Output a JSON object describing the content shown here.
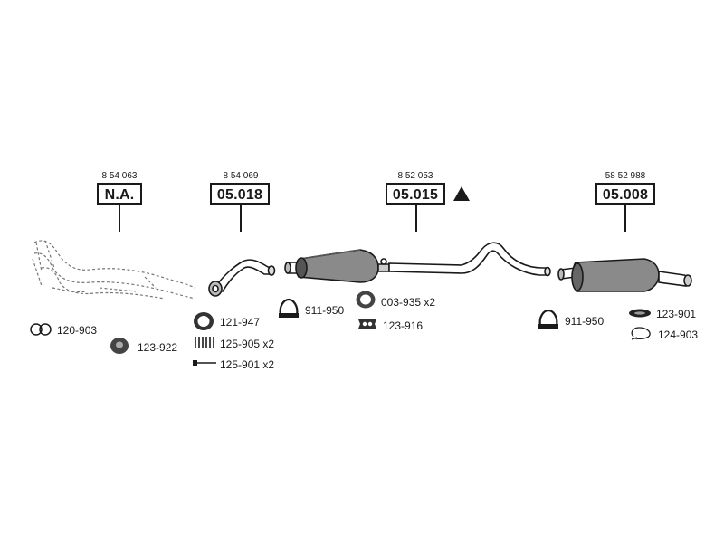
{
  "assemblies": [
    {
      "ref": "8 54 063",
      "code": "N.A."
    },
    {
      "ref": "8 54 069",
      "code": "05.018"
    },
    {
      "ref": "8 52 053",
      "code": "05.015"
    },
    {
      "ref": "58 52 988",
      "code": "05.008"
    }
  ],
  "parts": [
    {
      "icon": "twin-ring-gasket-icon",
      "number": "120-903"
    },
    {
      "icon": "rubber-mount-icon",
      "number": "123-922"
    },
    {
      "icon": "sealing-ring-icon",
      "number": "121-947"
    },
    {
      "icon": "spring-icon",
      "number": "125-905 x2"
    },
    {
      "icon": "bolt-icon",
      "number": "125-901 x2"
    },
    {
      "icon": "clamp-icon",
      "number": "911-950"
    },
    {
      "icon": "ring-gasket-icon",
      "number": "003-935 x2"
    },
    {
      "icon": "rubber-hanger-icon",
      "number": "123-916"
    },
    {
      "icon": "clamp-icon",
      "number": "911-950"
    },
    {
      "icon": "rubber-strap-icon",
      "number": "123-901"
    },
    {
      "icon": "hanger-loop-icon",
      "number": "124-903"
    }
  ],
  "warning_icon": "triangle-warning-icon"
}
